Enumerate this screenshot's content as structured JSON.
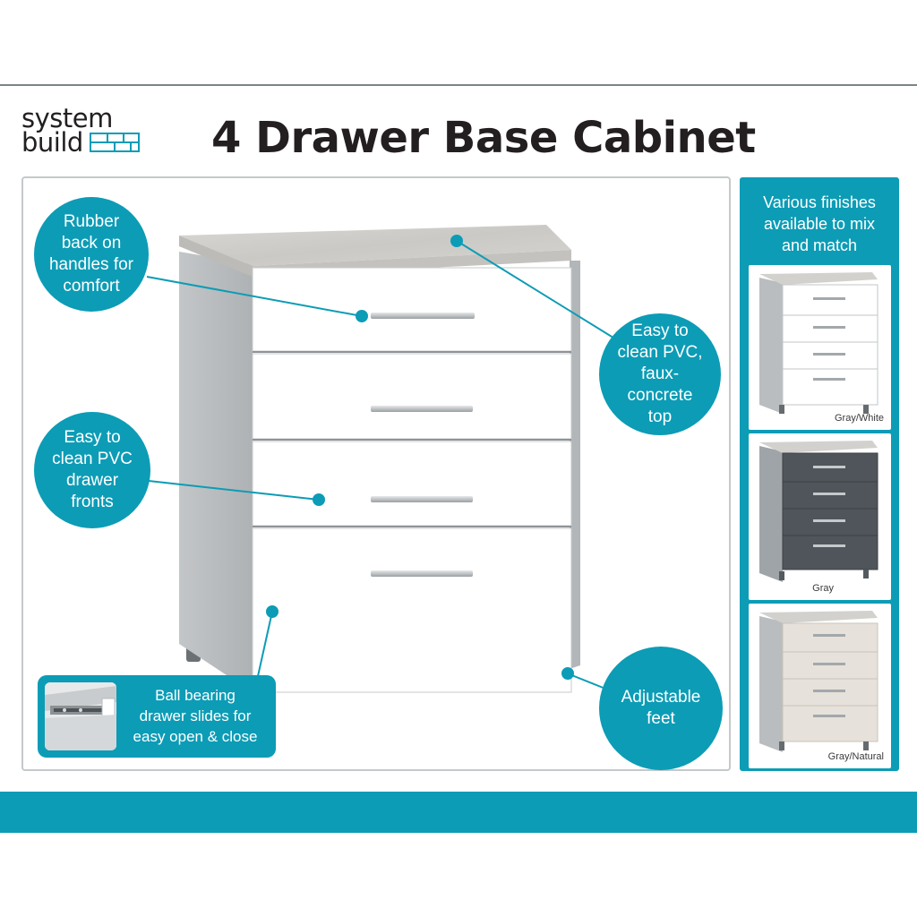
{
  "brand": {
    "line1": "system",
    "line2": "build"
  },
  "title": "4 Drawer Base Cabinet",
  "callouts": {
    "handles": "Rubber\nback on\nhandles for\ncomfort",
    "top": "Easy to\nclean PVC,\nfaux-\nconcrete\ntop",
    "fronts": "Easy to\nclean PVC\ndrawer\nfronts",
    "feet": "Adjustable\nfeet",
    "slides": "Ball bearing\ndrawer slides for\neasy open & close"
  },
  "finishes": {
    "title": "Various finishes\navailable to mix\nand match",
    "items": [
      {
        "label": "Gray/White"
      },
      {
        "label": "Gray"
      },
      {
        "label": "Gray/Natural"
      }
    ]
  },
  "colors": {
    "accent": "#0c9cb6",
    "cabinet_frame": "#b8bcbe",
    "drawer_white": "#ffffff",
    "drawer_gray": "#4f555b",
    "drawer_natural": "#e6e1da",
    "top_concrete": "#d2d0cc"
  }
}
